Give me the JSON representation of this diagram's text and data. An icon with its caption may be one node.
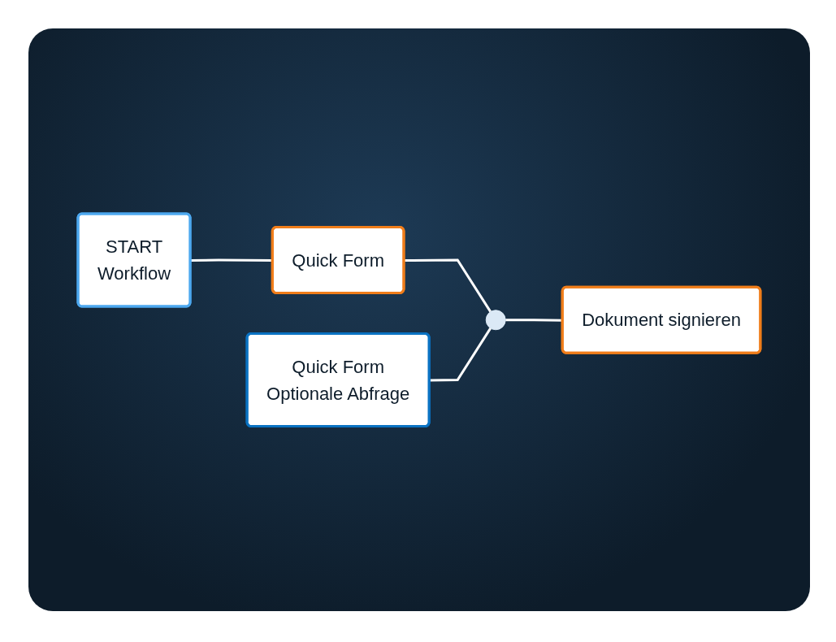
{
  "diagram": {
    "nodes": [
      {
        "text": [
          "START",
          "Workflow"
        ]
      },
      {
        "text": [
          "Quick Form"
        ]
      },
      {
        "text": [
          "Quick Form",
          "Optionale Abfrage"
        ]
      },
      {
        "text": [],
        "shape": "circle"
      },
      {
        "text": [
          "Dokument signieren"
        ]
      }
    ],
    "edges": [
      {
        "from": 0,
        "to": 1,
        "arrow": "none"
      },
      {
        "from": 1,
        "to": 3,
        "arrow": "none"
      },
      {
        "from": 2,
        "to": 3,
        "arrow": "none"
      },
      {
        "from": 3,
        "to": 4,
        "arrow": "none"
      }
    ]
  }
}
